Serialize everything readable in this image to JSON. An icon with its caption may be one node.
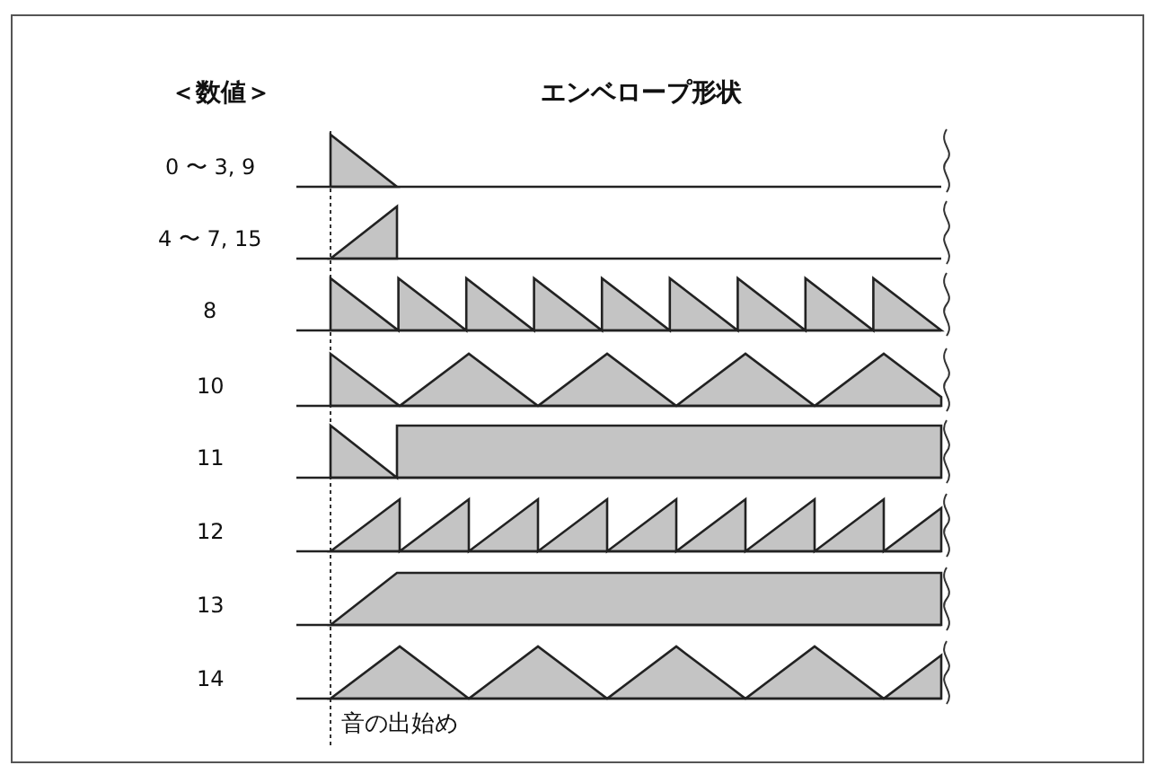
{
  "diagram": {
    "labels": [
      "＜数値＞",
      "エンベロープ形状",
      "0 〜 3, 9",
      "4 〜 7, 15",
      "8",
      "10",
      "11",
      "12",
      "13",
      "14",
      "音の出始め"
    ]
  }
}
